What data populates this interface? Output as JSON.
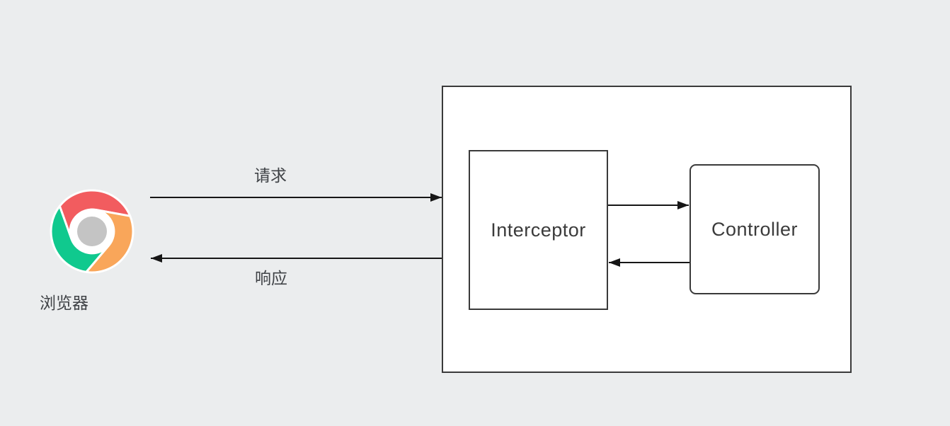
{
  "diagram": {
    "browser_label": "浏览器",
    "request_label": "请求",
    "response_label": "响应",
    "interceptor_label": "Interceptor",
    "controller_label": "Controller",
    "icons": {
      "browser": "chrome-browser-icon"
    },
    "colors": {
      "background": "#ebedee",
      "box_fill": "#ffffff",
      "box_border": "#3a3a3a",
      "arrow": "#161616",
      "edge_label_text": "#3f4246",
      "node_text": "#3b3b3b",
      "chrome_red": "#f25c5f",
      "chrome_green": "#10c98e",
      "chrome_orange": "#f9a65a",
      "chrome_hub": "#c4c4c4",
      "chrome_gap": "#ffffff"
    }
  }
}
